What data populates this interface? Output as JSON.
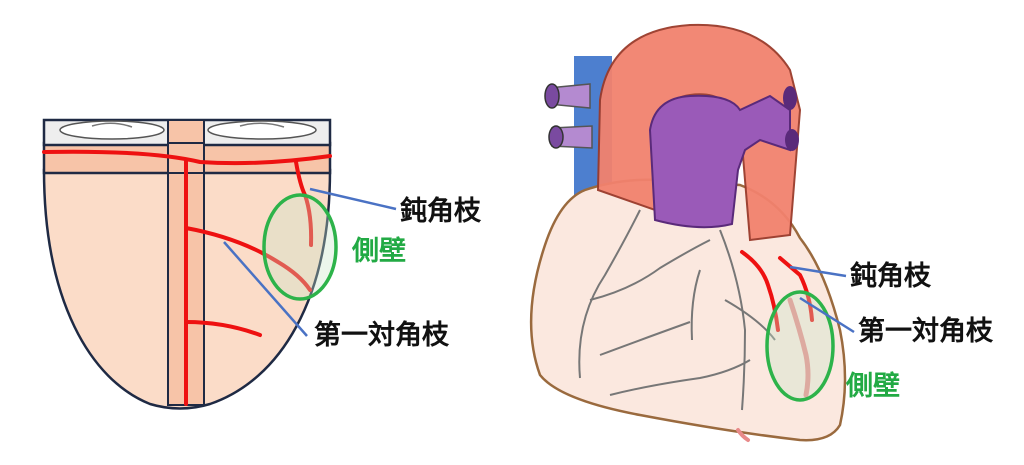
{
  "left_diagram": {
    "labels": {
      "obtuse_marginal": "鈍角枝",
      "lateral_wall": "側壁",
      "first_diagonal": "第一対角枝"
    }
  },
  "right_diagram": {
    "labels": {
      "obtuse_marginal": "鈍角枝",
      "first_diagonal": "第一対角枝",
      "lateral_wall": "側壁"
    }
  },
  "colors": {
    "artery": "#ee1111",
    "callout_line": "#4a72c4",
    "lateral_wall_ring": "#2db34a",
    "myocardium": "#fbdcc8",
    "aorta": "#f2826e",
    "pulmonary_artery": "#9a5ab8",
    "vena_cava": "#4d7fcf"
  }
}
